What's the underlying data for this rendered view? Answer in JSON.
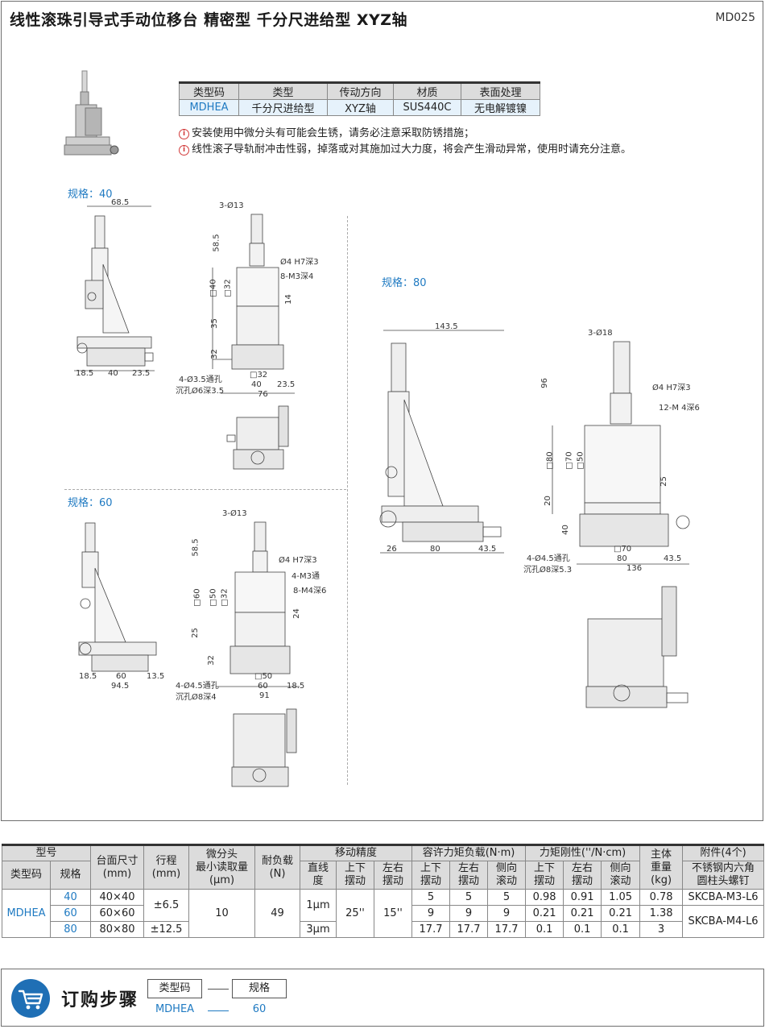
{
  "header": {
    "title": "线性滚珠引导式手动位移台 精密型 千分尺进给型 XYZ轴",
    "code": "MD025"
  },
  "info_table": {
    "headers": [
      "类型码",
      "类型",
      "传动方向",
      "材质",
      "表面处理"
    ],
    "row": [
      "MDHEA",
      "千分尺进给型",
      "XYZ轴",
      "SUS440C",
      "无电解镀镍"
    ]
  },
  "notes": [
    "安装使用中微分头有可能会生锈，请务必注意采取防锈措施；",
    "线性滚子导轨耐冲击性弱，掉落或对其施加过大力度，将会产生滑动异常，使用时请充分注意。"
  ],
  "warn_symbol": "i",
  "specs": {
    "s40": {
      "label": "规格：40",
      "dims": {
        "w685": "68.5",
        "l185": "18.5",
        "l40": "40",
        "l235": "23.5",
        "d3": "3-Ø13",
        "h585": "58.5",
        "hole4": "Ø4 H7深3",
        "m3": "8-M3深4",
        "sq40": "□40",
        "sq32": "□32",
        "h14": "14",
        "h35": "35",
        "h32": "32",
        "thru": "4-Ø3.5通孔",
        "cb": "沉孔Ø6深3.5",
        "b32": "□32",
        "b40": "40",
        "b235": "23.5",
        "b76": "76"
      }
    },
    "s60": {
      "label": "规格：60",
      "dims": {
        "l185": "18.5",
        "l60": "60",
        "l135": "13.5",
        "l945": "94.5",
        "d3": "3-Ø13",
        "h585": "58.5",
        "hole4": "Ø4 H7深3",
        "m3": "4-M3通",
        "m4": "8-M4深6",
        "sq60": "□60",
        "sq50": "□50",
        "sq32": "□32",
        "h24": "24",
        "h25": "25",
        "h32": "32",
        "thru": "4-Ø4.5通孔",
        "cb": "沉孔Ø8深4",
        "b50": "□50",
        "b60": "60",
        "b185": "18.5",
        "b91": "91"
      }
    },
    "s80": {
      "label": "规格：80",
      "dims": {
        "w1435": "143.5",
        "l26": "26",
        "l80": "80",
        "l435": "43.5",
        "d3": "3-Ø18",
        "h96": "96",
        "hole4": "Ø4 H7深3",
        "m4": "12-M 4深6",
        "sq80": "□80",
        "sq70": "□70",
        "sq50": "□50",
        "h25": "25",
        "h20": "20",
        "h40": "40",
        "thru": "4-Ø4.5通孔",
        "cb": "沉孔Ø8深5.3",
        "b70": "□70",
        "b80": "80",
        "b435": "43.5",
        "b136": "136"
      }
    }
  },
  "spec_table": {
    "group_headers": {
      "model": "型号",
      "table_size": "台面尺寸\n(mm)",
      "travel": "行程\n(mm)",
      "micrometer": "微分头\n最小读取量\n(µm)",
      "load": "耐负载\n(N)",
      "accuracy": "移动精度",
      "moment": "容许力矩负载(N·m)",
      "stiffness": "力矩刚性(''/N·cm)",
      "weight": "主体\n重量\n(kg)",
      "accessory": "附件(4个)"
    },
    "sub_headers": {
      "type_code": "类型码",
      "spec": "规格",
      "straight": "直线\n度",
      "pitch": "上下\n摆动",
      "yaw": "左右\n摆动",
      "m_pitch": "上下\n摆动",
      "m_yaw": "左右\n摆动",
      "m_roll": "侧向\n滚动",
      "s_pitch": "上下\n摆动",
      "s_yaw": "左右\n摆动",
      "s_roll": "侧向\n滚动",
      "screw": "不锈钢内六角\n圆柱头螺钉"
    },
    "type_code": "MDHEA",
    "travel_a": "±6.5",
    "travel_b": "±12.5",
    "micrometer": "10",
    "load": "49",
    "straight_a": "1µm",
    "straight_b": "3µm",
    "pitch": "25''",
    "yaw": "15''",
    "screw_a": "SKCBA-M3-L6",
    "screw_b": "SKCBA-M4-L6",
    "rows": [
      {
        "spec": "40",
        "size": "40×40",
        "m1": "5",
        "m2": "5",
        "m3": "5",
        "s1": "0.98",
        "s2": "0.91",
        "s3": "1.05",
        "w": "0.78"
      },
      {
        "spec": "60",
        "size": "60×60",
        "m1": "9",
        "m2": "9",
        "m3": "9",
        "s1": "0.21",
        "s2": "0.21",
        "s3": "0.21",
        "w": "1.38"
      },
      {
        "spec": "80",
        "size": "80×80",
        "m1": "17.7",
        "m2": "17.7",
        "m3": "17.7",
        "s1": "0.1",
        "s2": "0.1",
        "s3": "0.1",
        "w": "3"
      }
    ]
  },
  "order": {
    "title": "订购步骤",
    "step1_label": "类型码",
    "step2_label": "规格",
    "step1_value": "MDHEA",
    "step2_value": "60"
  },
  "colors": {
    "accent": "#1f7ac2",
    "cart": "#1f6fb5",
    "header_bg": "#dcdcdc",
    "row_bg": "#e6f2fb"
  }
}
